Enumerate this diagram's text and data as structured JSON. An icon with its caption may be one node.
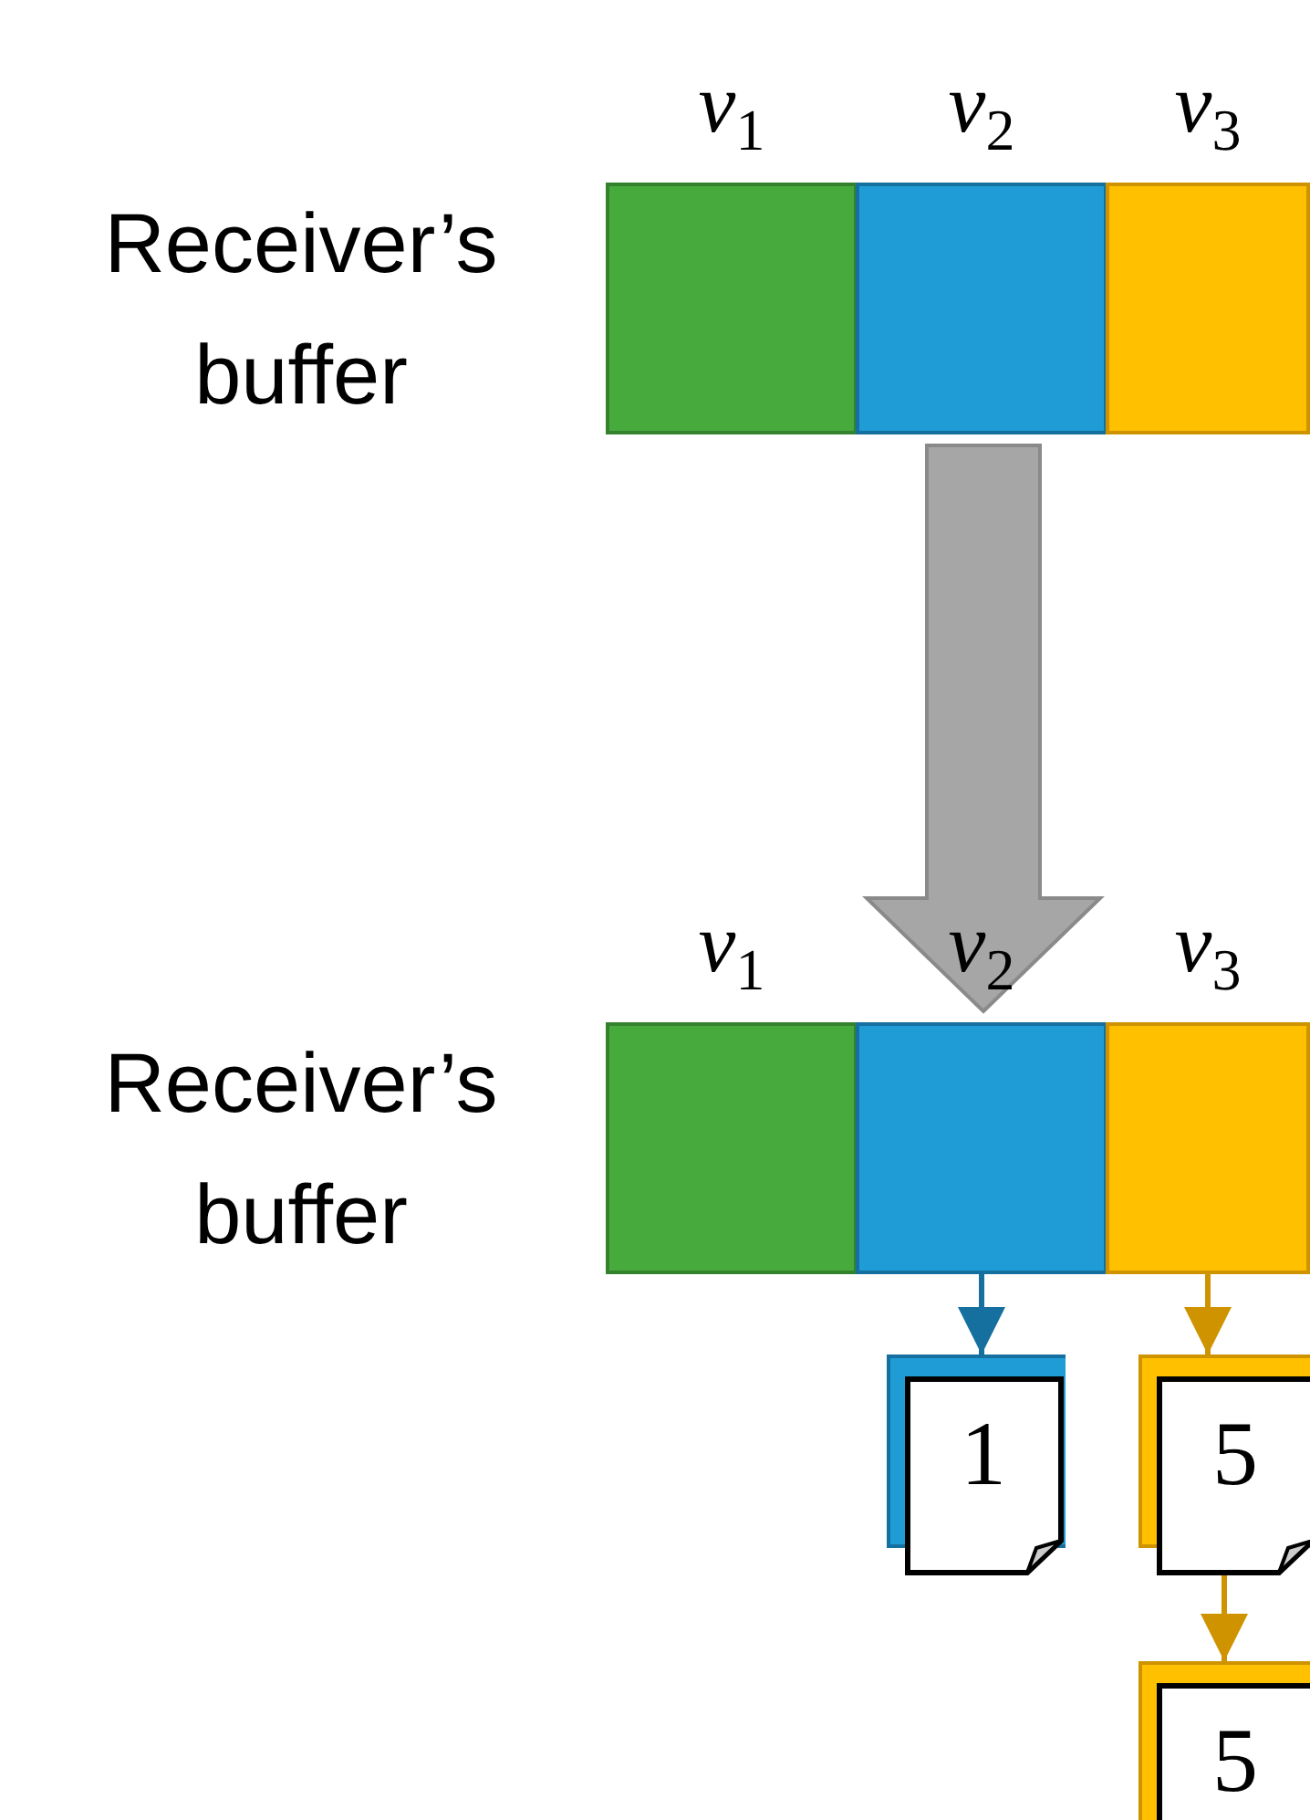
{
  "diagram": {
    "nodes": [
      {
        "text": [],
        "shape": "box",
        "beside": [
          "Receiver’s buffer"
        ]
      },
      {
        "text": [],
        "shape": "box",
        "in": 0,
        "beside": [
          "*v*$_{1}$"
        ]
      },
      {
        "text": [],
        "shape": "box",
        "in": 0,
        "beside": [
          "*v*$_{2}$"
        ]
      },
      {
        "text": [],
        "shape": "box",
        "in": 0,
        "beside": [
          "*v*$_{3}$"
        ]
      },
      {
        "text": [],
        "shape": "box",
        "beside": [
          "Receiver’s buffer"
        ]
      },
      {
        "text": [],
        "shape": "box",
        "in": 4,
        "beside": [
          "*v*$_{1}$"
        ]
      },
      {
        "text": [],
        "shape": "box",
        "in": 4,
        "beside": [
          "*v*$_{2}$"
        ]
      },
      {
        "text": [],
        "shape": "box",
        "in": 4,
        "beside": [
          "*v*$_{3}$"
        ]
      },
      {
        "text": [
          "1"
        ]
      },
      {
        "text": [
          "5"
        ]
      },
      {
        "text": [
          "5"
        ]
      }
    ],
    "edges": [
      {
        "from": 0,
        "to": 4,
        "arrow": "to",
        "style": "thick",
        "color": "#a6a6a6"
      },
      {
        "from": 6,
        "to": 8,
        "arrow": "to",
        "color": "#1570a0"
      },
      {
        "from": 7,
        "to": 9,
        "arrow": "to"
      },
      {
        "from": 9,
        "to": 10,
        "arrow": "to"
      }
    ]
  }
}
